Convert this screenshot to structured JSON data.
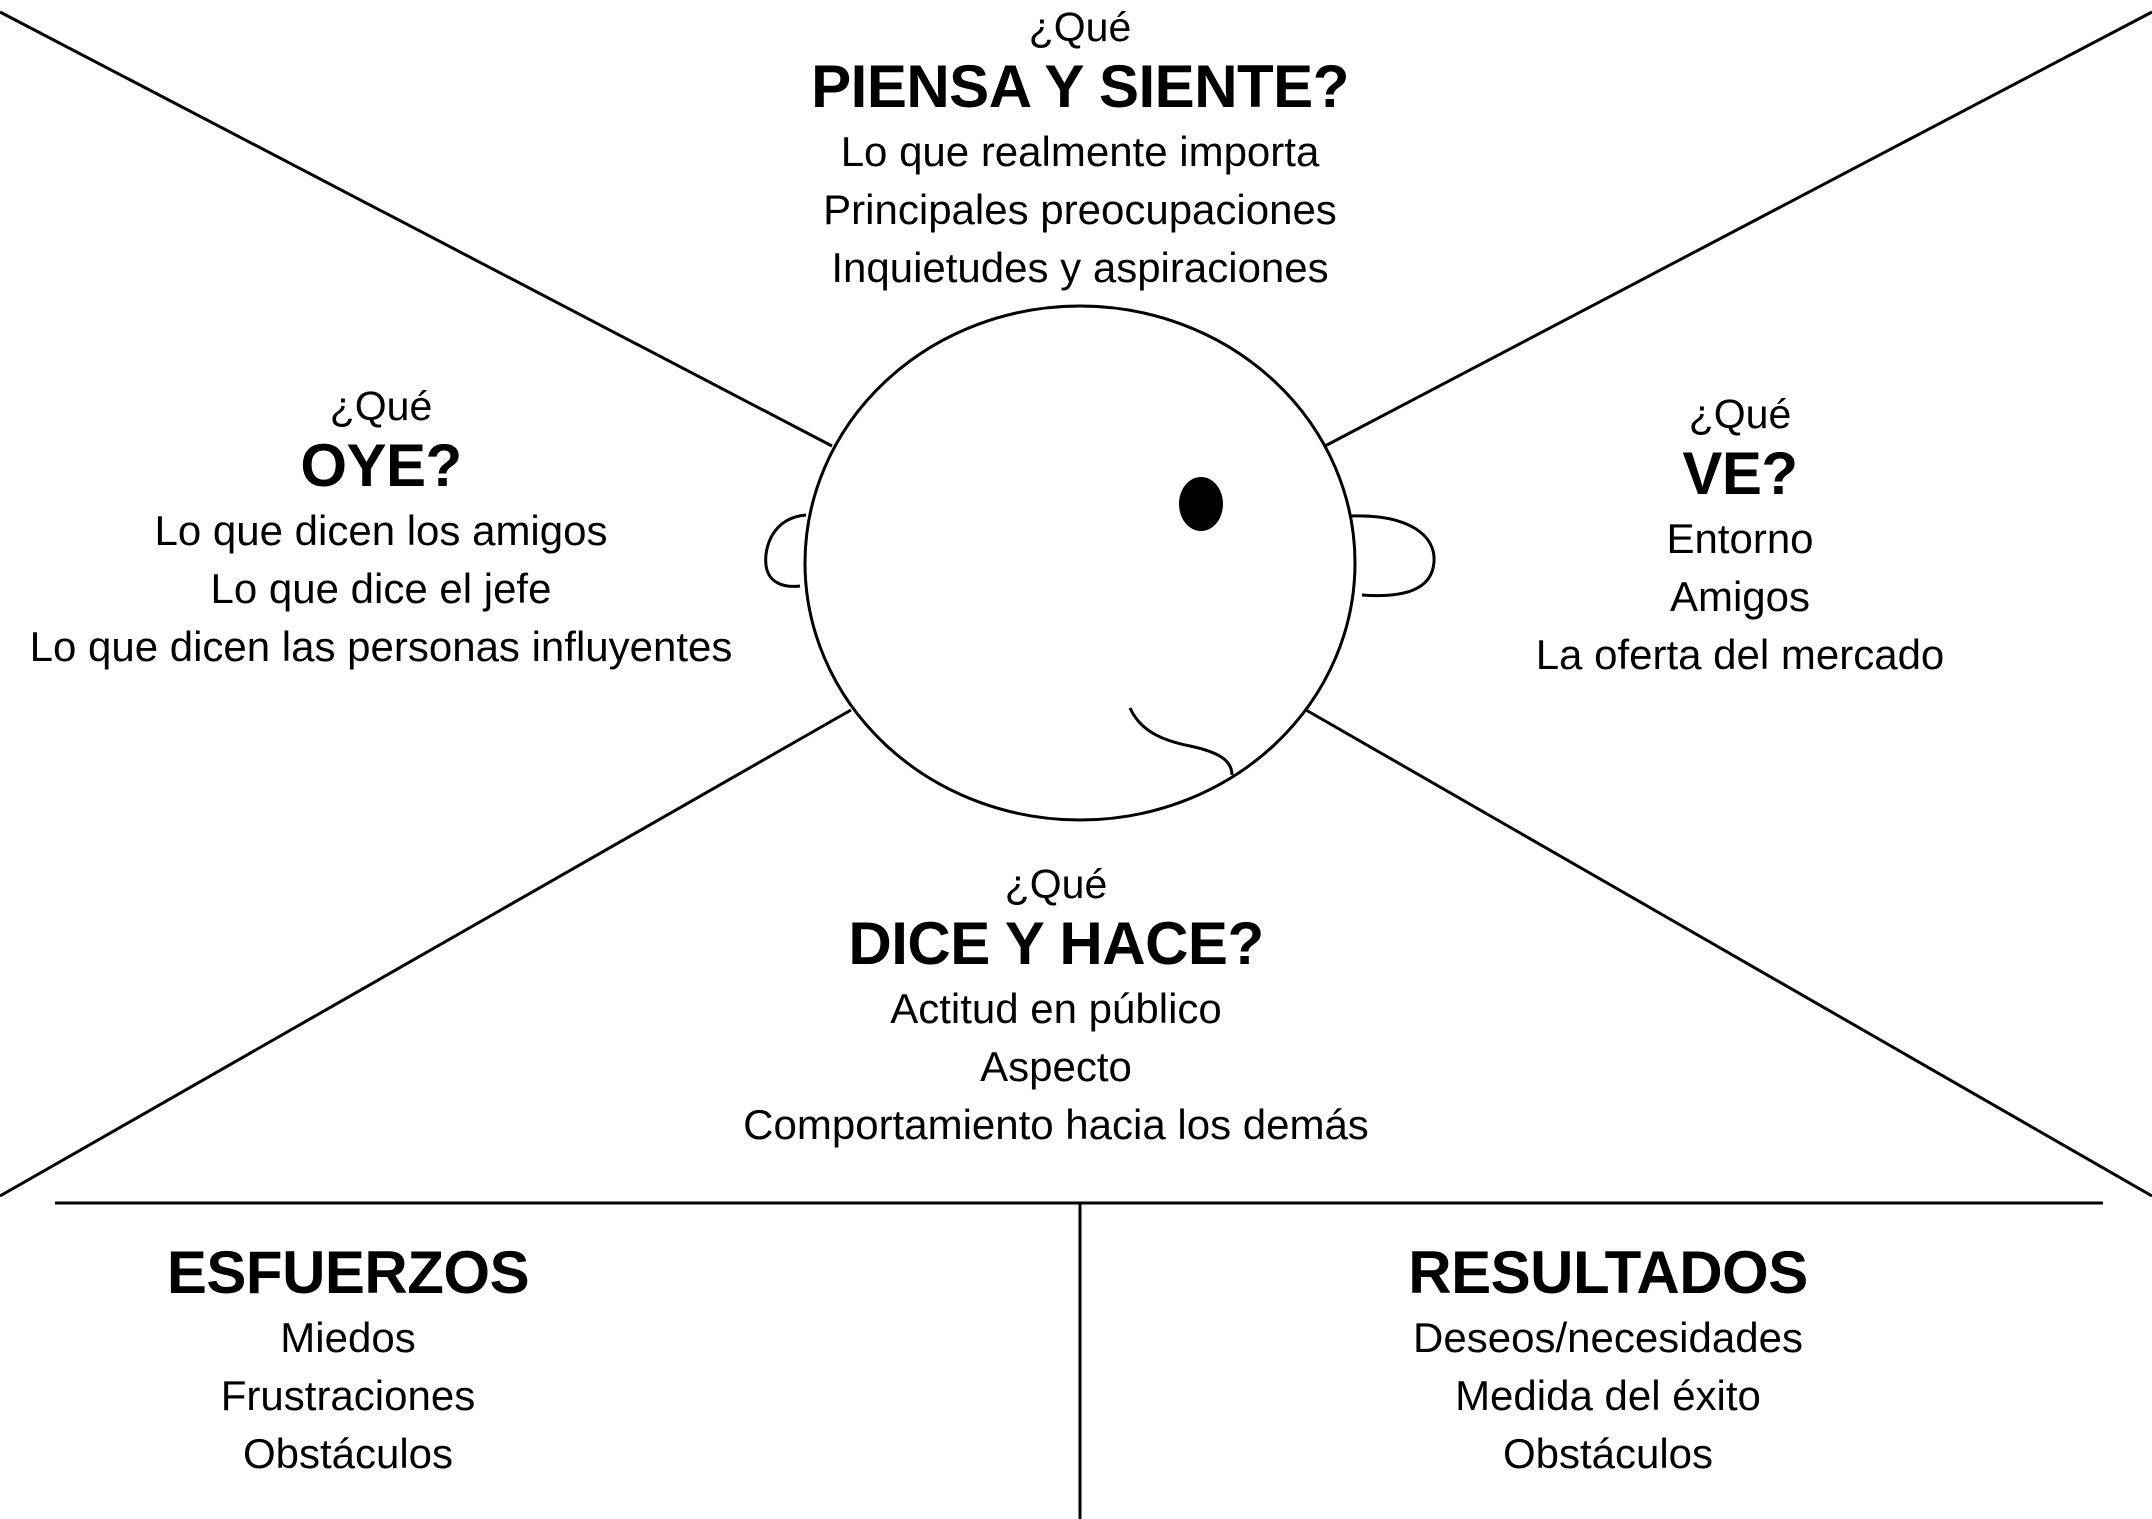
{
  "sections": {
    "piensa": {
      "question": "¿Qué",
      "heading": "PIENSA Y SIENTE?",
      "lines": [
        "Lo que realmente importa",
        "Principales preocupaciones",
        "Inquietudes y aspiraciones"
      ]
    },
    "oye": {
      "question": "¿Qué",
      "heading": "OYE?",
      "lines": [
        "Lo que dicen los amigos",
        "Lo que dice el jefe",
        "Lo que dicen las personas influyentes"
      ]
    },
    "ve": {
      "question": "¿Qué",
      "heading": "VE?",
      "lines": [
        "Entorno",
        "Amigos",
        "La oferta del mercado"
      ]
    },
    "dice": {
      "question": "¿Qué",
      "heading": "DICE Y HACE?",
      "lines": [
        "Actitud en público",
        "Aspecto",
        "Comportamiento hacia los demás"
      ]
    },
    "esfuerzos": {
      "heading": "ESFUERZOS",
      "lines": [
        "Miedos",
        "Frustraciones",
        "Obstáculos"
      ]
    },
    "resultados": {
      "heading": "RESULTADOS",
      "lines": [
        "Deseos/necesidades",
        "Medida del éxito",
        "Obstáculos"
      ]
    }
  },
  "colors": {
    "line": "#000000",
    "background": "#ffffff"
  },
  "icons": [
    "head-icon"
  ]
}
